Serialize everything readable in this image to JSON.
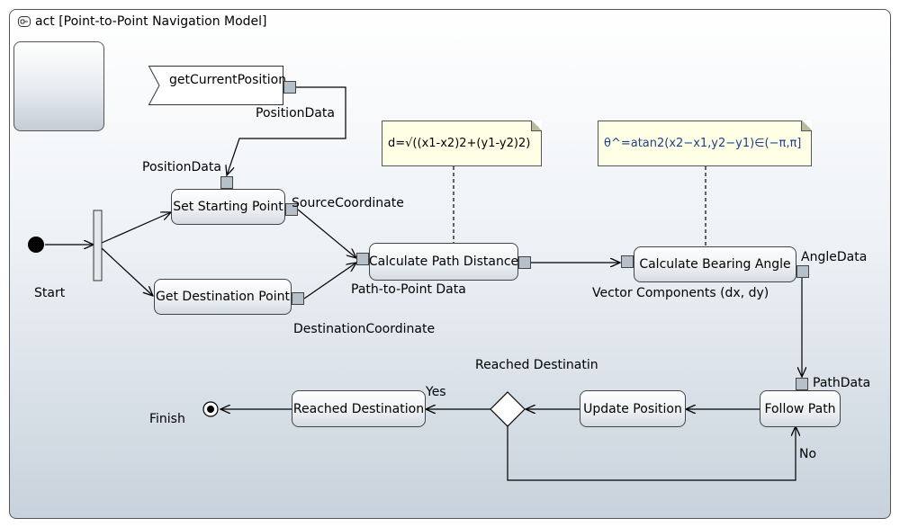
{
  "frame": {
    "title": "act [Point-to-Point Navigation Model]",
    "icon": "activity-diagram-icon"
  },
  "signal": {
    "label": "getCurrentPosition"
  },
  "actions": {
    "set_start": "Set Starting Point",
    "get_dest": "Get Destination Point",
    "calc_dist": "Calculate Path Distance",
    "calc_bearing": "Calculate Bearing Angle",
    "follow_path": "Follow Path",
    "update_pos": "Update Position",
    "reached_dest": "Reached Destination"
  },
  "notes": {
    "distance": "d=√((x1-x2)2+(y1-y2)2)",
    "bearing": "θ^=atan2(x2−x1,y2−y1)∈(−π,π]"
  },
  "labels": {
    "position_data_out": "PositionData",
    "position_data_in": "PositionData",
    "source_coord": "SourceCoordinate",
    "dest_coord": "DestinationCoordinate",
    "path_to_point": "Path-to-Point Data",
    "vector_components": "Vector Components (dx, dy)",
    "angle_data": "AngleData",
    "path_data": "PathData",
    "start": "Start",
    "finish": "Finish",
    "decision": "Reached Destinatin",
    "yes": "Yes",
    "no": "No"
  },
  "colors": {
    "action_fill_bottom": "#d4dbe2",
    "pin_fill": "#b6c0ca",
    "note_fill": "#ffffe6"
  }
}
